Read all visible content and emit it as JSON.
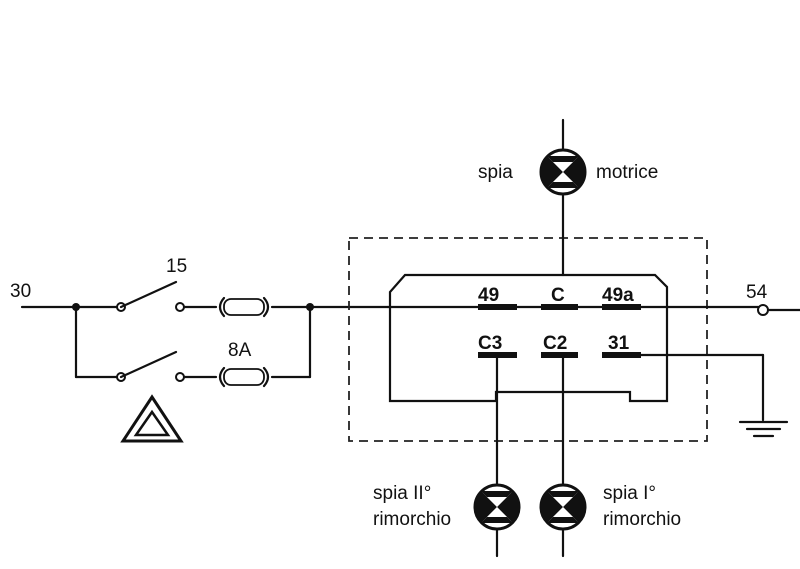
{
  "terminals": {
    "t30": "30",
    "t15": "15",
    "t54": "54"
  },
  "fuse": {
    "rating": "8A"
  },
  "relay_pins": {
    "p49": "49",
    "pC": "C",
    "p49a": "49a",
    "pC3": "C3",
    "pC2": "C2",
    "p31": "31"
  },
  "lamps": {
    "tractor_left": "spia",
    "tractor_right": "motrice",
    "trailer2_line1": "spia II°",
    "trailer2_line2": "rimorchio",
    "trailer1_line1": "spia I°",
    "trailer1_line2": "rimorchio"
  },
  "icons": {
    "hazard": "hazard-triangle-icon",
    "ground": "ground-icon",
    "lamp": "indicator-lamp-icon"
  }
}
